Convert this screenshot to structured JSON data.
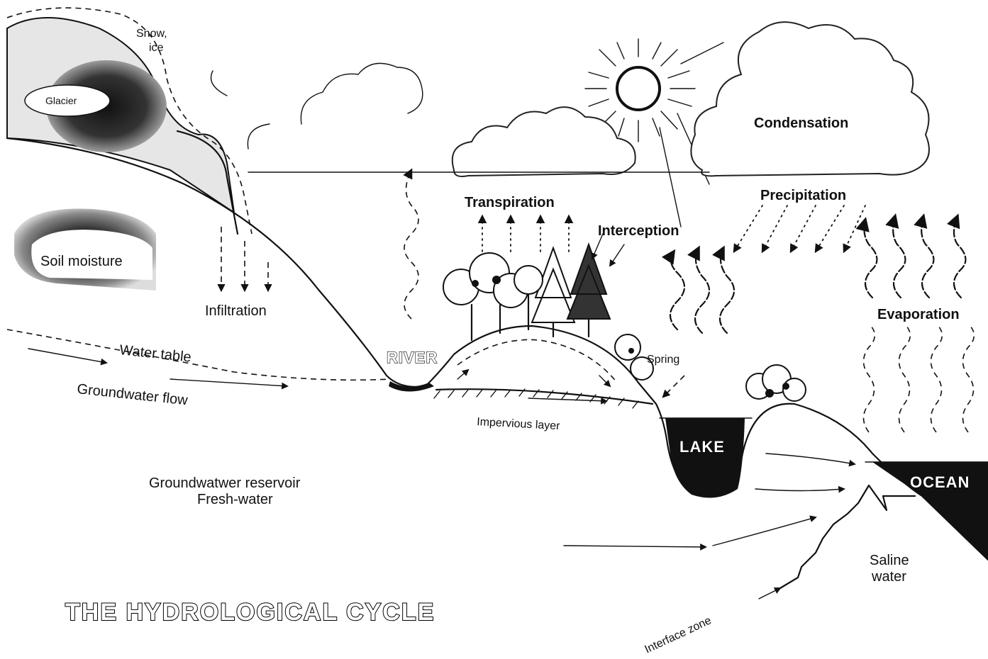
{
  "diagram": {
    "title": "THE HYDROLOGICAL CYCLE",
    "labels": {
      "snow_ice_line1": "Snow,",
      "snow_ice_line2": "ice",
      "glacier": "Glacier",
      "soil_moisture": "Soil moisture",
      "infiltration": "Infiltration",
      "water_table": "Water table",
      "groundwater_flow": "Groundwater flow",
      "river": "RIVER",
      "transpiration": "Transpiration",
      "interception": "Interception",
      "condensation": "Condensation",
      "precipitation": "Precipitation",
      "evaporation": "Evaporation",
      "spring": "Spring",
      "impervious_layer": "Impervious layer",
      "lake": "LAKE",
      "ocean": "OCEAN",
      "reservoir_line1": "Groundwatwer reservoir",
      "reservoir_line2": "Fresh-water",
      "saline_line1": "Saline",
      "saline_line2": "water",
      "interface_zone": "Interface zone"
    },
    "icons": [
      "sun-icon",
      "cloud-icon",
      "tree-icon",
      "arrow-icon"
    ],
    "colors": {
      "ink": "#111111",
      "paper": "#ffffff",
      "shade": "#777777"
    }
  }
}
